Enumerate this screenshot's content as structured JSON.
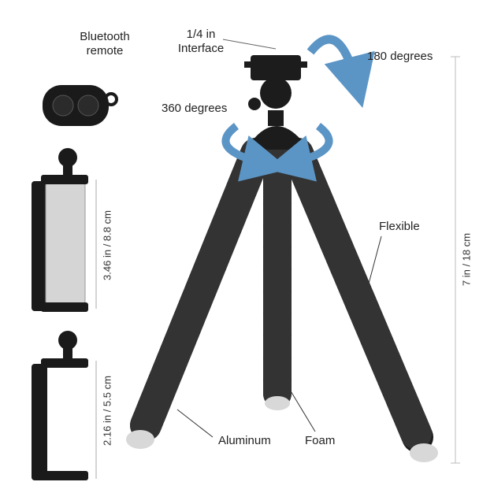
{
  "labels": {
    "remote_line1": "Bluetooth",
    "remote_line2": "remote",
    "interface_line1": "1/4 in",
    "interface_line2": "Interface",
    "tilt": "180 degrees",
    "rotate": "360 degrees",
    "flexible": "Flexible",
    "aluminum": "Aluminum",
    "foam": "Foam"
  },
  "dimensions": {
    "holder_large": "3.46 in / 8.8 cm",
    "holder_small": "2.16 in / 5.5 cm",
    "tripod_height": "7 in / 18 cm"
  },
  "colors": {
    "arrow": "#5b95c6",
    "product": "#1c1c1c",
    "foot": "#d8d8d8"
  }
}
